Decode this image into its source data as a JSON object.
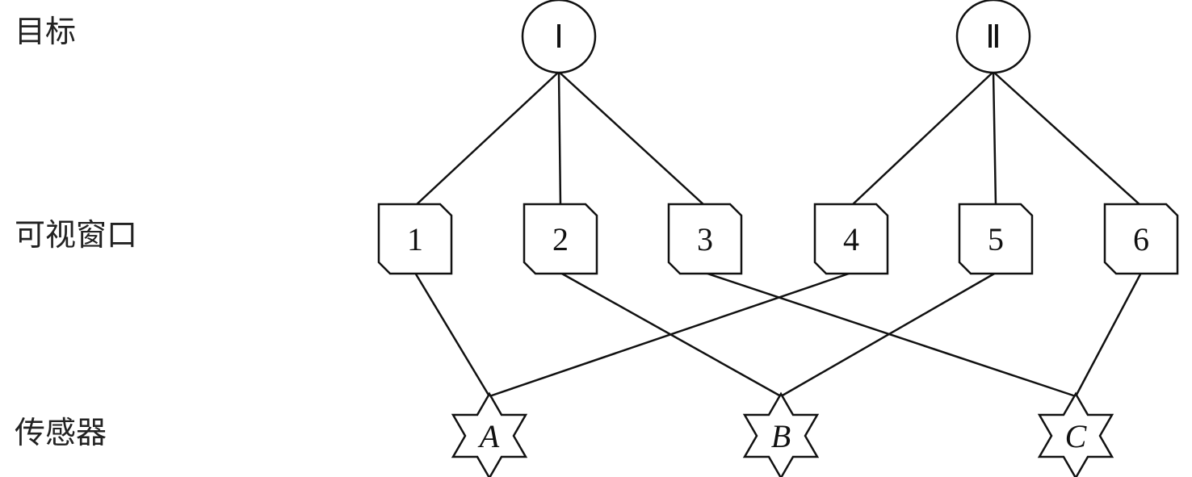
{
  "row_labels": {
    "targets": "目标",
    "windows": "可视窗口",
    "sensors": "传感器"
  },
  "targets": [
    {
      "id": "I",
      "label": "Ⅰ"
    },
    {
      "id": "II",
      "label": "Ⅱ"
    }
  ],
  "windows": [
    "1",
    "2",
    "3",
    "4",
    "5",
    "6"
  ],
  "sensors": [
    "A",
    "B",
    "C"
  ],
  "target_window_links": {
    "I": [
      "1",
      "2",
      "3"
    ],
    "II": [
      "4",
      "5",
      "6"
    ]
  },
  "window_sensor_links": {
    "1": "A",
    "2": "B",
    "3": "C",
    "4": "A",
    "5": "B",
    "6": "C"
  }
}
